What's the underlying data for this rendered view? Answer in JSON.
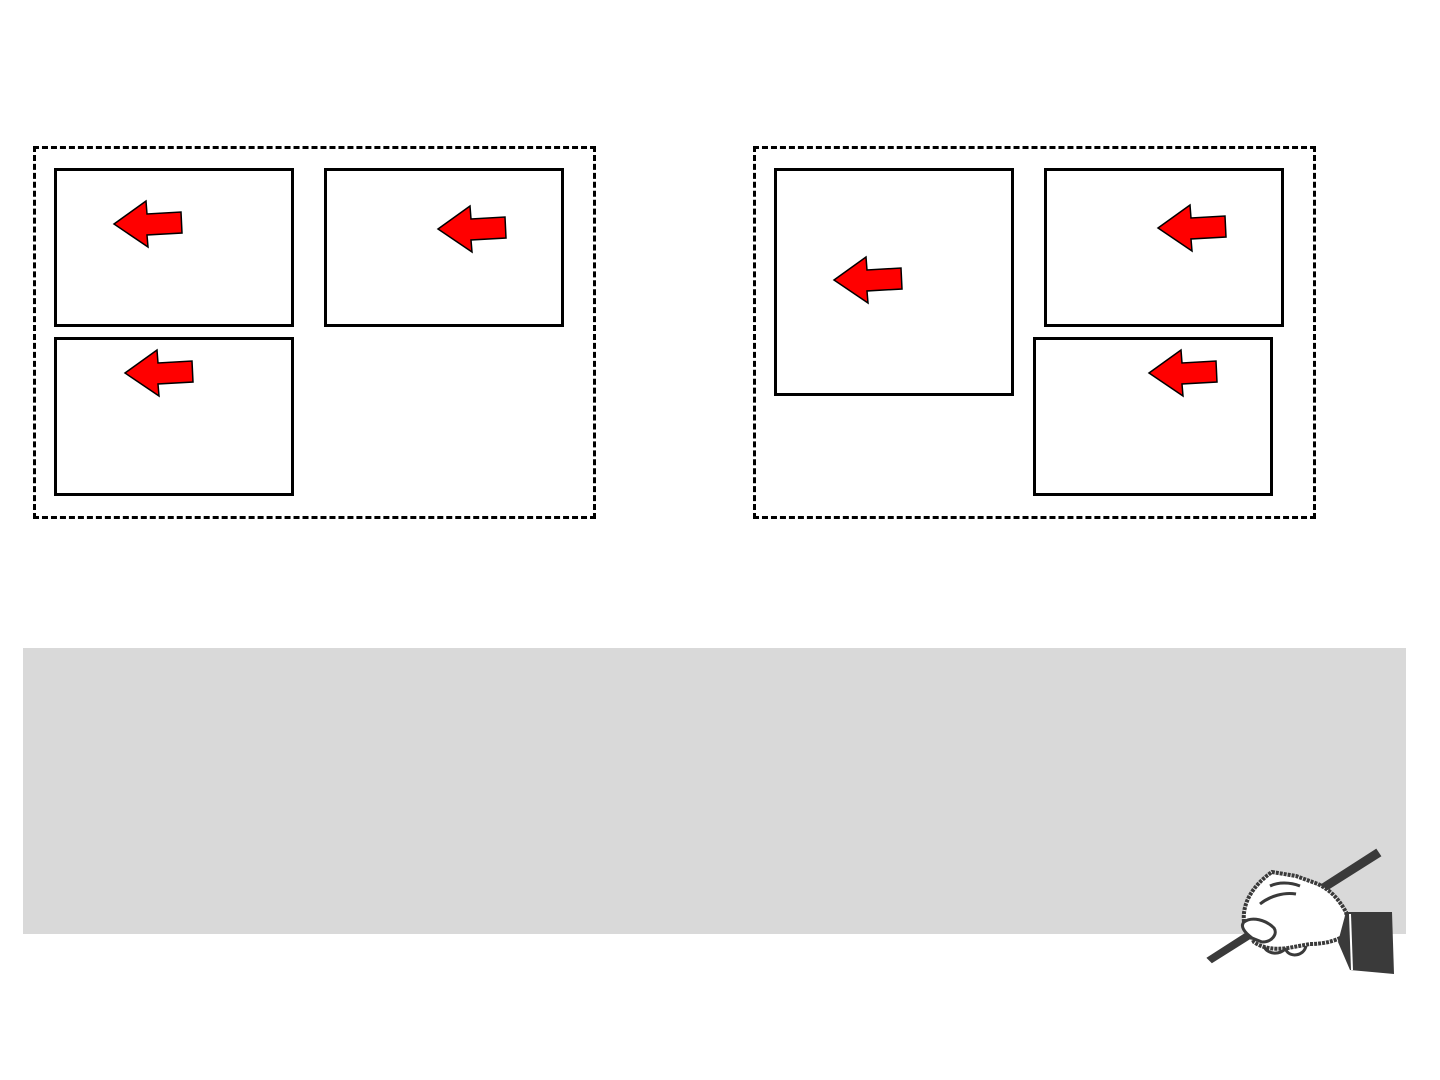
{
  "colors": {
    "background": "#ffffff",
    "panel_border": "#000000",
    "group_border": "#000000",
    "arrow_fill": "#ff0000",
    "arrow_stroke": "#000000",
    "note_area": "#d9d9d9",
    "ink": "#3a3a3a"
  },
  "icons": {
    "arrow": "arrow-left-icon",
    "hand": "hand-writing-pen-icon"
  },
  "groups": [
    {
      "name": "left-layout",
      "panel_count": 3
    },
    {
      "name": "right-layout",
      "panel_count": 3
    }
  ]
}
